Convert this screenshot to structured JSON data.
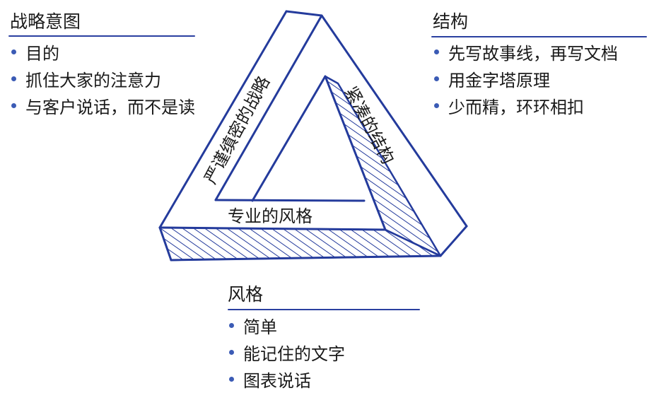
{
  "strategy": {
    "title": "战略意图",
    "items": [
      "目的",
      "抓住大家的注意力",
      "与客户说话，而不是读"
    ]
  },
  "structure": {
    "title": "结构",
    "items": [
      "先写故事线，再写文档",
      "用金字塔原理",
      "少而精，环环相扣"
    ]
  },
  "style": {
    "title": "风格",
    "items": [
      "简单",
      "能记住的文字",
      "图表说话"
    ]
  },
  "triangle": {
    "left_side_label": "严谨缜密的战略",
    "right_side_label": "紧凑的结构",
    "bottom_side_label": "专业的风格"
  },
  "colors": {
    "stroke": "#243b9c",
    "bullet": "#3b5bb5",
    "underline": "#2a3fa0",
    "text": "#1a1a1a"
  }
}
